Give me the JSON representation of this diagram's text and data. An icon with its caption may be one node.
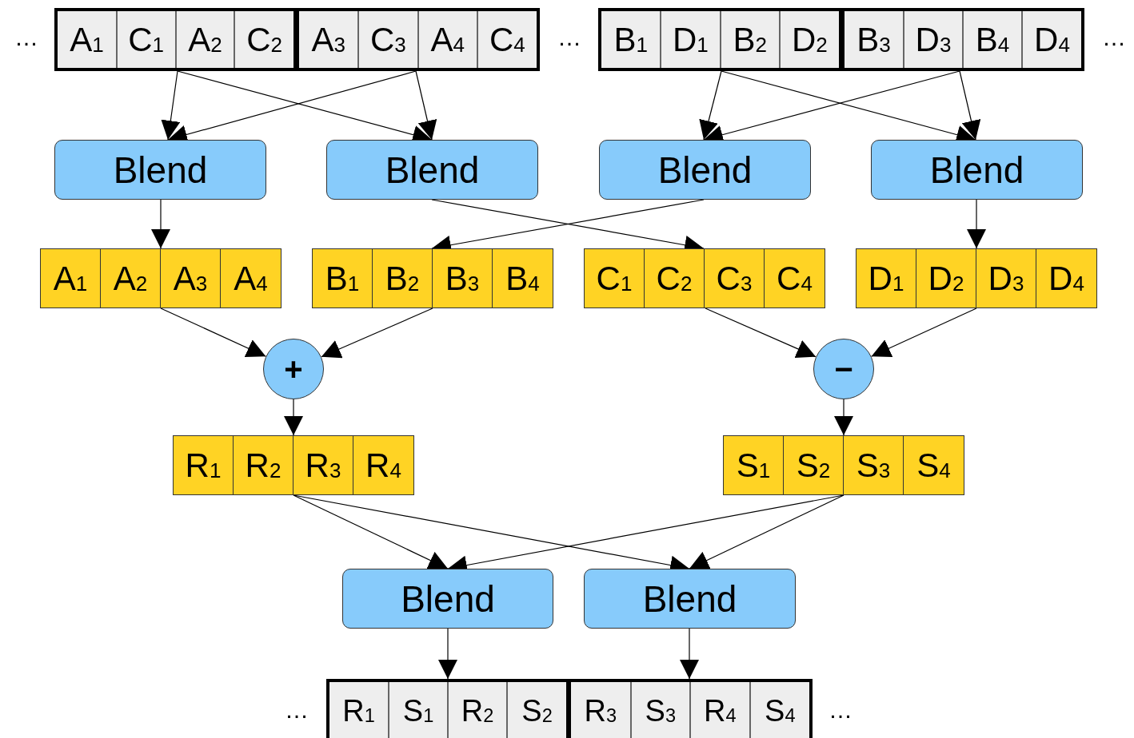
{
  "diagram": {
    "nodes": [
      {
        "text": [],
        "shape": "box"
      },
      {
        "text": [
          "A$_{1}$"
        ],
        "in": 0
      },
      {
        "text": [
          "C$_{1}$"
        ],
        "in": 0
      },
      {
        "text": [
          "A$_{2}$"
        ],
        "in": 0
      },
      {
        "text": [
          "C$_{2}$"
        ],
        "in": 0
      },
      {
        "text": [],
        "shape": "box"
      },
      {
        "text": [
          "A$_{3}$"
        ],
        "in": 5
      },
      {
        "text": [
          "C$_{3}$"
        ],
        "in": 5
      },
      {
        "text": [
          "A$_{4}$"
        ],
        "in": 5
      },
      {
        "text": [
          "C$_{4}$"
        ],
        "in": 5
      },
      {
        "text": [],
        "shape": "box"
      },
      {
        "text": [
          "B$_{1}$"
        ],
        "in": 10
      },
      {
        "text": [
          "D$_{1}$"
        ],
        "in": 10
      },
      {
        "text": [
          "B$_{2}$"
        ],
        "in": 10
      },
      {
        "text": [
          "D$_{2}$"
        ],
        "in": 10
      },
      {
        "text": [],
        "shape": "box"
      },
      {
        "text": [
          "B$_{3}$"
        ],
        "in": 15
      },
      {
        "text": [
          "D$_{3}$"
        ],
        "in": 15
      },
      {
        "text": [
          "B$_{4}$"
        ],
        "in": 15
      },
      {
        "text": [
          "D$_{4}$"
        ],
        "in": 15
      },
      {
        "text": [
          "Blend"
        ]
      },
      {
        "text": [
          "Blend"
        ]
      },
      {
        "text": [
          "Blend"
        ]
      },
      {
        "text": [
          "Blend"
        ]
      },
      {
        "text": [],
        "shape": "box"
      },
      {
        "text": [
          "A$_{1}$"
        ],
        "in": 24
      },
      {
        "text": [
          "A$_{2}$"
        ],
        "in": 24
      },
      {
        "text": [
          "A$_{3}$"
        ],
        "in": 24
      },
      {
        "text": [
          "A$_{4}$"
        ],
        "in": 24
      },
      {
        "text": [],
        "shape": "box"
      },
      {
        "text": [
          "B$_{1}$"
        ],
        "in": 29
      },
      {
        "text": [
          "B$_{2}$"
        ],
        "in": 29
      },
      {
        "text": [
          "B$_{3}$"
        ],
        "in": 29
      },
      {
        "text": [
          "B$_{4}$"
        ],
        "in": 29
      },
      {
        "text": [],
        "shape": "box"
      },
      {
        "text": [
          "C$_{1}$"
        ],
        "in": 34
      },
      {
        "text": [
          "C$_{2}$"
        ],
        "in": 34
      },
      {
        "text": [
          "C$_{3}$"
        ],
        "in": 34
      },
      {
        "text": [
          "C$_{4}$"
        ],
        "in": 34
      },
      {
        "text": [],
        "shape": "box"
      },
      {
        "text": [
          "D$_{1}$"
        ],
        "in": 39
      },
      {
        "text": [
          "D$_{2}$"
        ],
        "in": 39
      },
      {
        "text": [
          "D$_{3}$"
        ],
        "in": 39
      },
      {
        "text": [
          "D$_{4}$"
        ],
        "in": 39
      },
      {
        "text": [
          "+"
        ]
      },
      {
        "text": [
          "−"
        ]
      },
      {
        "text": [],
        "shape": "box"
      },
      {
        "text": [
          "R$_{1}$"
        ],
        "in": 46
      },
      {
        "text": [
          "R$_{2}$"
        ],
        "in": 46
      },
      {
        "text": [
          "R$_{3}$"
        ],
        "in": 46
      },
      {
        "text": [
          "R$_{4}$"
        ],
        "in": 46
      },
      {
        "text": [],
        "shape": "box"
      },
      {
        "text": [
          "S$_{1}$"
        ],
        "in": 51
      },
      {
        "text": [
          "S$_{2}$"
        ],
        "in": 51
      },
      {
        "text": [
          "S$_{3}$"
        ],
        "in": 51
      },
      {
        "text": [
          "S$_{4}$"
        ],
        "in": 51
      },
      {
        "text": [
          "Blend"
        ]
      },
      {
        "text": [
          "Blend"
        ]
      },
      {
        "text": [],
        "shape": "box"
      },
      {
        "text": [
          "R$_{1}$"
        ],
        "in": 58
      },
      {
        "text": [
          "S$_{1}$"
        ],
        "in": 58
      },
      {
        "text": [
          "R$_{2}$"
        ],
        "in": 58
      },
      {
        "text": [
          "S$_{2}$"
        ],
        "in": 58
      },
      {
        "text": [],
        "shape": "box"
      },
      {
        "text": [
          "R$_{3}$"
        ],
        "in": 63
      },
      {
        "text": [
          "S$_{3}$"
        ],
        "in": 63
      },
      {
        "text": [
          "R$_{4}$"
        ],
        "in": 63
      },
      {
        "text": [
          "S$_{4}$"
        ],
        "in": 63
      }
    ],
    "edges": [
      {
        "from": 0,
        "to": 20,
        "arrow": "to"
      },
      {
        "from": 0,
        "to": 21,
        "arrow": "to"
      },
      {
        "from": 5,
        "to": 20,
        "arrow": "to"
      },
      {
        "from": 5,
        "to": 21,
        "arrow": "to"
      },
      {
        "from": 10,
        "to": 22,
        "arrow": "to"
      },
      {
        "from": 10,
        "to": 23,
        "arrow": "to"
      },
      {
        "from": 15,
        "to": 22,
        "arrow": "to"
      },
      {
        "from": 15,
        "to": 23,
        "arrow": "to"
      },
      {
        "from": 20,
        "to": 24,
        "arrow": "to"
      },
      {
        "from": 21,
        "to": 34,
        "arrow": "to"
      },
      {
        "from": 22,
        "to": 29,
        "arrow": "to"
      },
      {
        "from": 23,
        "to": 39,
        "arrow": "to"
      },
      {
        "from": 24,
        "to": 44,
        "arrow": "to"
      },
      {
        "from": 29,
        "to": 44,
        "arrow": "to"
      },
      {
        "from": 34,
        "to": 45,
        "arrow": "to"
      },
      {
        "from": 39,
        "to": 45,
        "arrow": "to"
      },
      {
        "from": 44,
        "to": 46,
        "arrow": "to"
      },
      {
        "from": 45,
        "to": 51,
        "arrow": "to"
      },
      {
        "from": 46,
        "to": 56,
        "arrow": "to"
      },
      {
        "from": 46,
        "to": 57,
        "arrow": "to"
      },
      {
        "from": 51,
        "to": 56,
        "arrow": "to"
      },
      {
        "from": 51,
        "to": 57,
        "arrow": "to"
      },
      {
        "from": 56,
        "to": 58,
        "arrow": "to"
      },
      {
        "from": 57,
        "to": 63,
        "arrow": "to"
      }
    ],
    "labels": [
      "…",
      "…",
      "…",
      "…",
      "…"
    ]
  }
}
